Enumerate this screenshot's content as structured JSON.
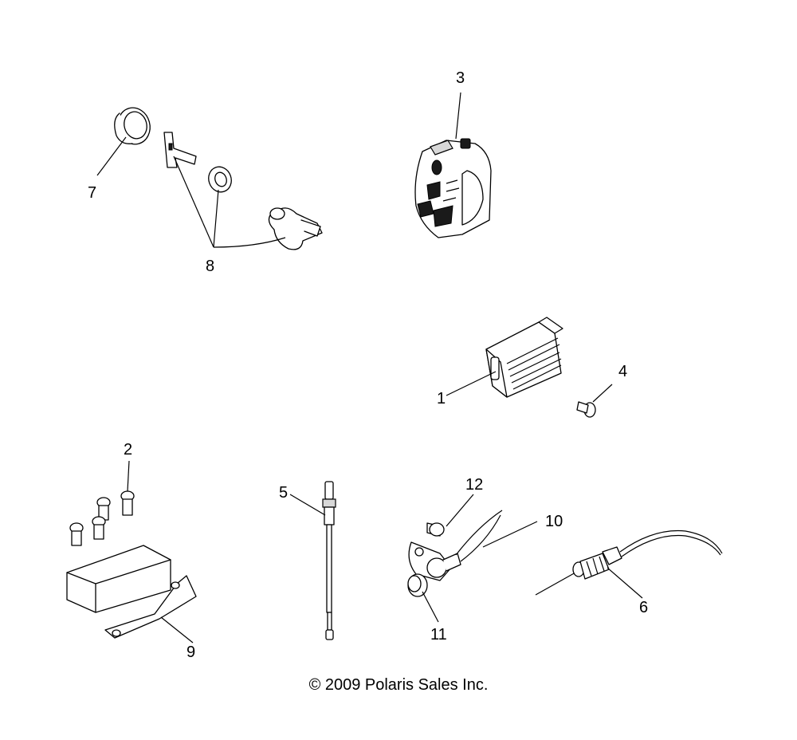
{
  "callouts": {
    "c1": "1",
    "c2": "2",
    "c3": "3",
    "c4": "4",
    "c5": "5",
    "c6": "6",
    "c7": "7",
    "c8": "8",
    "c9": "9",
    "c10": "10",
    "c11": "11",
    "c12": "12"
  },
  "footer": {
    "copyright": "© 2009 Polaris Sales Inc."
  }
}
